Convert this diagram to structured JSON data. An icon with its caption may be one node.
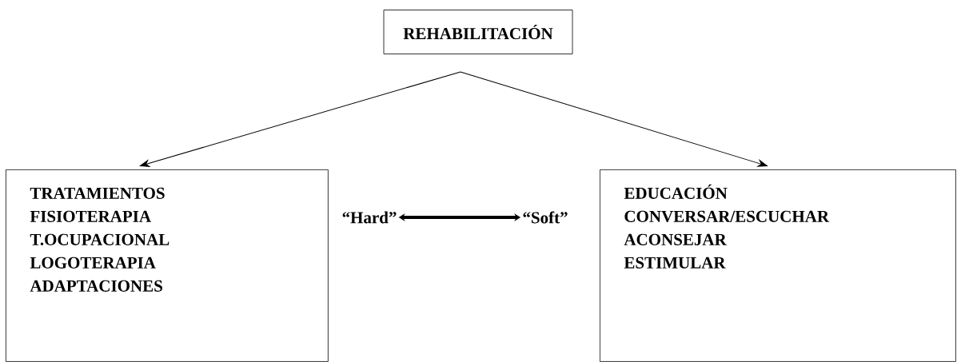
{
  "diagram": {
    "nodes": [
      {
        "text": [
          "REHABILITACIÓN"
        ]
      },
      {
        "text": [
          "TRATAMIENTOS",
          "FISIOTERAPIA",
          "T.OCUPACIONAL",
          "LOGOTERAPIA",
          "ADAPTACIONES"
        ]
      },
      {
        "text": [
          "EDUCACIÓN",
          "CONVERSAR/ESCUCHAR",
          "ACONSEJAR",
          "ESTIMULAR"
        ]
      },
      {
        "text": [
          "“Hard”"
        ]
      },
      {
        "text": [
          "“Soft”"
        ]
      }
    ],
    "edges": [
      {
        "from": 0,
        "to": 1,
        "arrow": "to"
      },
      {
        "from": 0,
        "to": 2,
        "arrow": "to"
      },
      {
        "from": 3,
        "to": 4,
        "arrow": "both",
        "style": "thick"
      }
    ]
  }
}
